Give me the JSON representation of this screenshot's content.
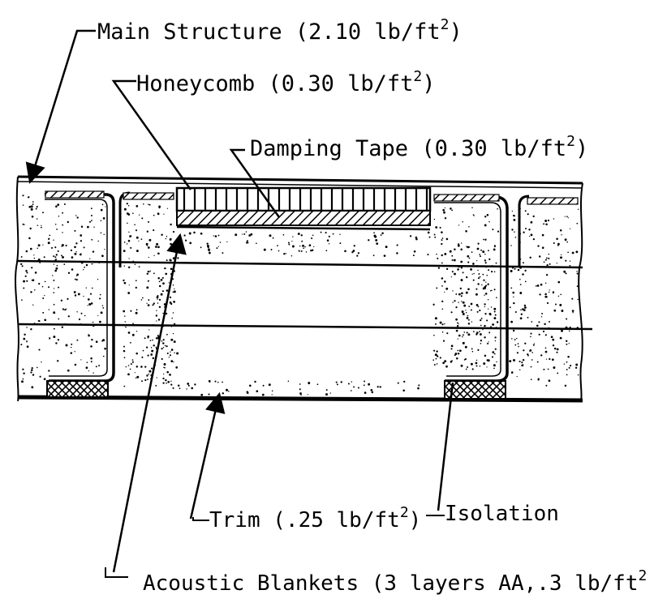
{
  "labels": {
    "main_structure": {
      "text": "Main Structure (2.10 lb/ft",
      "sup": "2",
      "close": ")"
    },
    "honeycomb": {
      "text": "Honeycomb (0.30 lb/ft",
      "sup": "2",
      "close": ")"
    },
    "damping_tape": {
      "text": "Damping Tape (0.30 lb/ft",
      "sup": "2",
      "close": ")"
    },
    "trim": {
      "text": "Trim (.25 lb/ft",
      "sup": "2",
      "close": ")"
    },
    "isolation": {
      "text": "Isolation"
    },
    "acoustic": {
      "text": "Acoustic Blankets (3 layers AA,.3 lb/ft",
      "sup": "2"
    }
  },
  "colors": {
    "ink": "#000000",
    "paper": "#ffffff"
  }
}
